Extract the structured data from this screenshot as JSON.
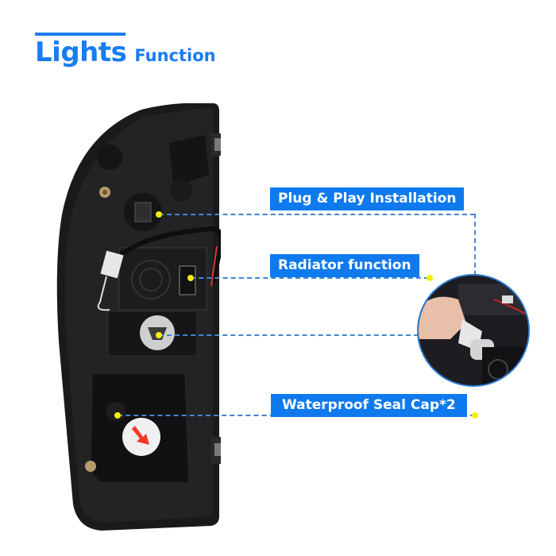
{
  "header": {
    "title_word1": "Lights",
    "title_word2": "Function"
  },
  "callouts": [
    {
      "label": "Plug & Play Installation"
    },
    {
      "label": "Radiator function"
    },
    {
      "label": "Waterproof Seal Cap*2"
    }
  ],
  "colors": {
    "brand_blue": "#1a7cf0",
    "label_bg": "#0f79ee",
    "dot_yellow": "#f7ef00",
    "connector_line": "#3f86d1",
    "seal_arrow": "#f03a2a"
  },
  "images": {
    "product": "tail-light-rear-view",
    "inset": "hand-installing-bulb-socket-photo"
  }
}
